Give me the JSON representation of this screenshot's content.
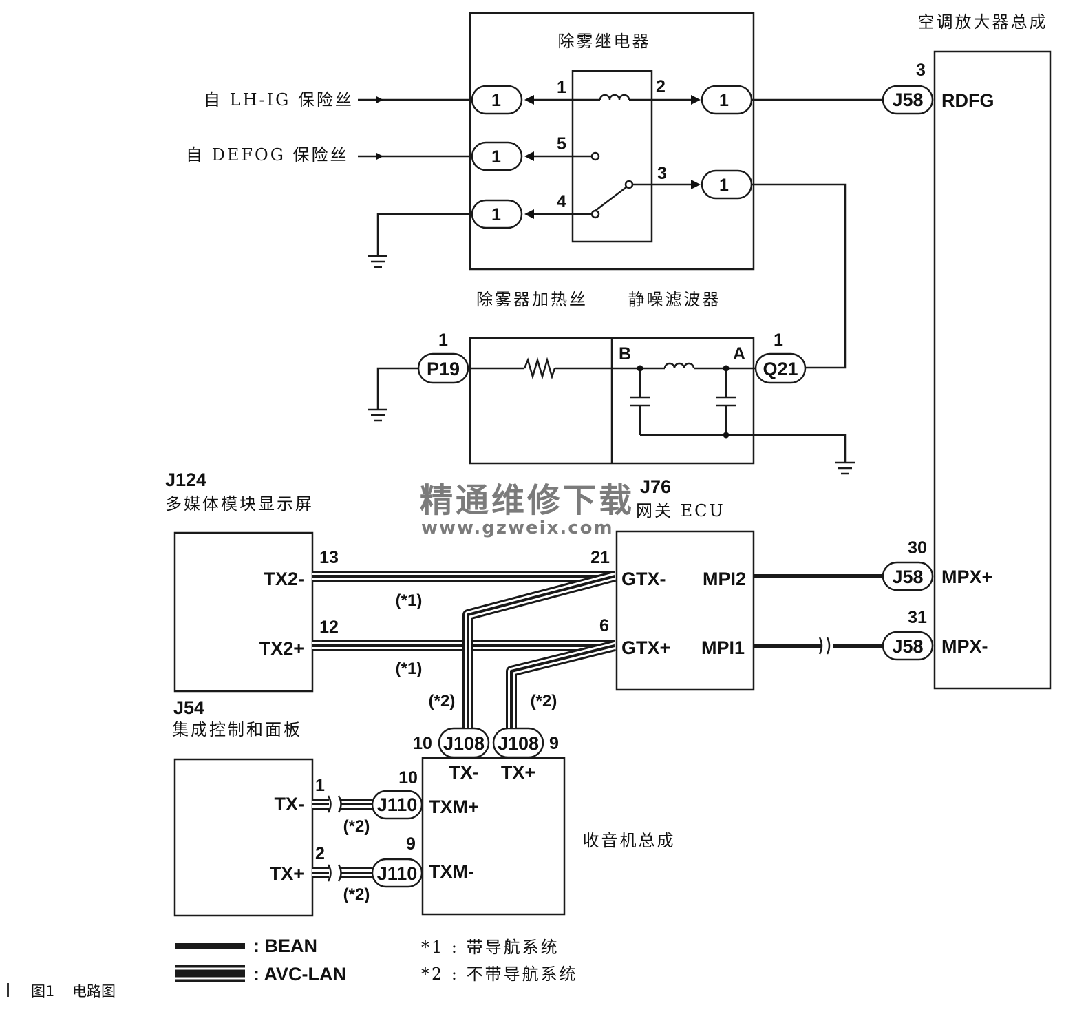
{
  "caption": {
    "figure_no": "图1",
    "title": "电路图"
  },
  "defog_relay": {
    "title": "除雾继电器",
    "source_lh_ig": "自 LH-IG 保险丝",
    "source_defog": "自 DEFOG 保险丝",
    "connector_label": "1",
    "pins": [
      "1",
      "2",
      "5",
      "3",
      "4"
    ]
  },
  "ac_amplifier": {
    "title": "空调放大器总成",
    "connector": "J58",
    "pins": [
      {
        "no": "3",
        "signal": "RDFG"
      },
      {
        "no": "30",
        "signal": "MPX+"
      },
      {
        "no": "31",
        "signal": "MPX-"
      }
    ]
  },
  "heater": {
    "title": "除雾器加热丝",
    "connector": "P19",
    "pin": "1"
  },
  "noise_filter": {
    "title": "静噪滤波器",
    "connector": "Q21",
    "pin": "1",
    "terminal_b": "B",
    "terminal_a": "A"
  },
  "display": {
    "code": "J124",
    "title": "多媒体模块显示屏",
    "pins": [
      {
        "no": "13",
        "signal": "TX2-"
      },
      {
        "no": "12",
        "signal": "TX2+"
      }
    ]
  },
  "gateway": {
    "code": "J76",
    "title": "网关 ECU",
    "pins": [
      {
        "no": "21",
        "signal": "GTX-"
      },
      {
        "no": "6",
        "signal": "GTX+"
      }
    ],
    "mpi2": "MPI2",
    "mpi1": "MPI1"
  },
  "control_panel": {
    "code": "J54",
    "title": "集成控制和面板",
    "pins": [
      {
        "no": "1",
        "signal": "TX-"
      },
      {
        "no": "2",
        "signal": "TX+"
      }
    ]
  },
  "radio": {
    "title": "收音机总成",
    "top_connector": "J108",
    "top_pins": [
      {
        "no": "10",
        "signal": "TX-"
      },
      {
        "no": "9",
        "signal": "TX+"
      }
    ],
    "side_connector": "J110",
    "side_pins": [
      {
        "no": "10",
        "signal": "TXM+"
      },
      {
        "no": "9",
        "signal": "TXM-"
      }
    ]
  },
  "notes": {
    "with_nav": "(*1)",
    "without_nav": "(*2)"
  },
  "legend": {
    "bean": ": BEAN",
    "avc_lan": ": AVC-LAN",
    "note1": "*1 : 带导航系统",
    "note2": "*2 : 不带导航系统"
  },
  "watermark": {
    "text": "精通维修下载",
    "url": "www.gzweix.com",
    "color": "#f0a070"
  }
}
